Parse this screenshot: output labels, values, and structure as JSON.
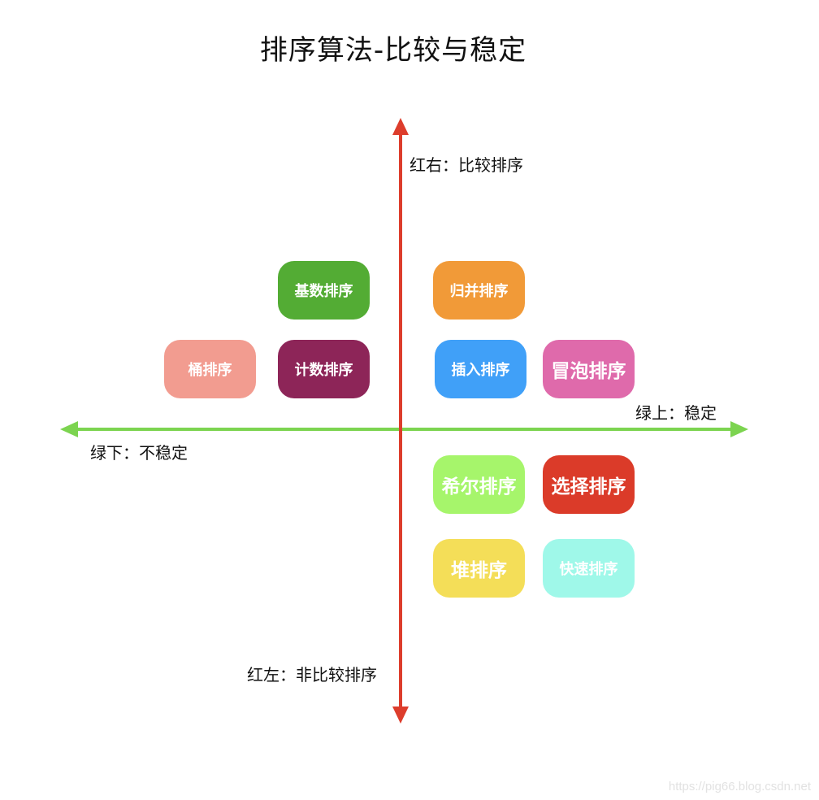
{
  "title": "排序算法-比较与稳定",
  "axes": {
    "vertical": {
      "color": "#dd3d2c",
      "top_label": "红右：比较排序",
      "bottom_label": "红左：非比较排序"
    },
    "horizontal": {
      "color": "#7cd450",
      "right_label": "绿上：稳定",
      "left_label": "绿下：不稳定"
    }
  },
  "algorithms": [
    {
      "label": "基数排序",
      "color": "#53ac34"
    },
    {
      "label": "归并排序",
      "color": "#f19a38"
    },
    {
      "label": "桶排序",
      "color": "#f29c90"
    },
    {
      "label": "计数排序",
      "color": "#8d2558"
    },
    {
      "label": "插入排序",
      "color": "#40a0f8"
    },
    {
      "label": "冒泡排序",
      "color": "#df6aab"
    },
    {
      "label": "希尔排序",
      "color": "#a6f56b"
    },
    {
      "label": "选择排序",
      "color": "#db3b29"
    },
    {
      "label": "堆排序",
      "color": "#f4de58"
    },
    {
      "label": "快速排序",
      "color": "#9ff8e9"
    }
  ],
  "watermark": "https://pig66.blog.csdn.net"
}
